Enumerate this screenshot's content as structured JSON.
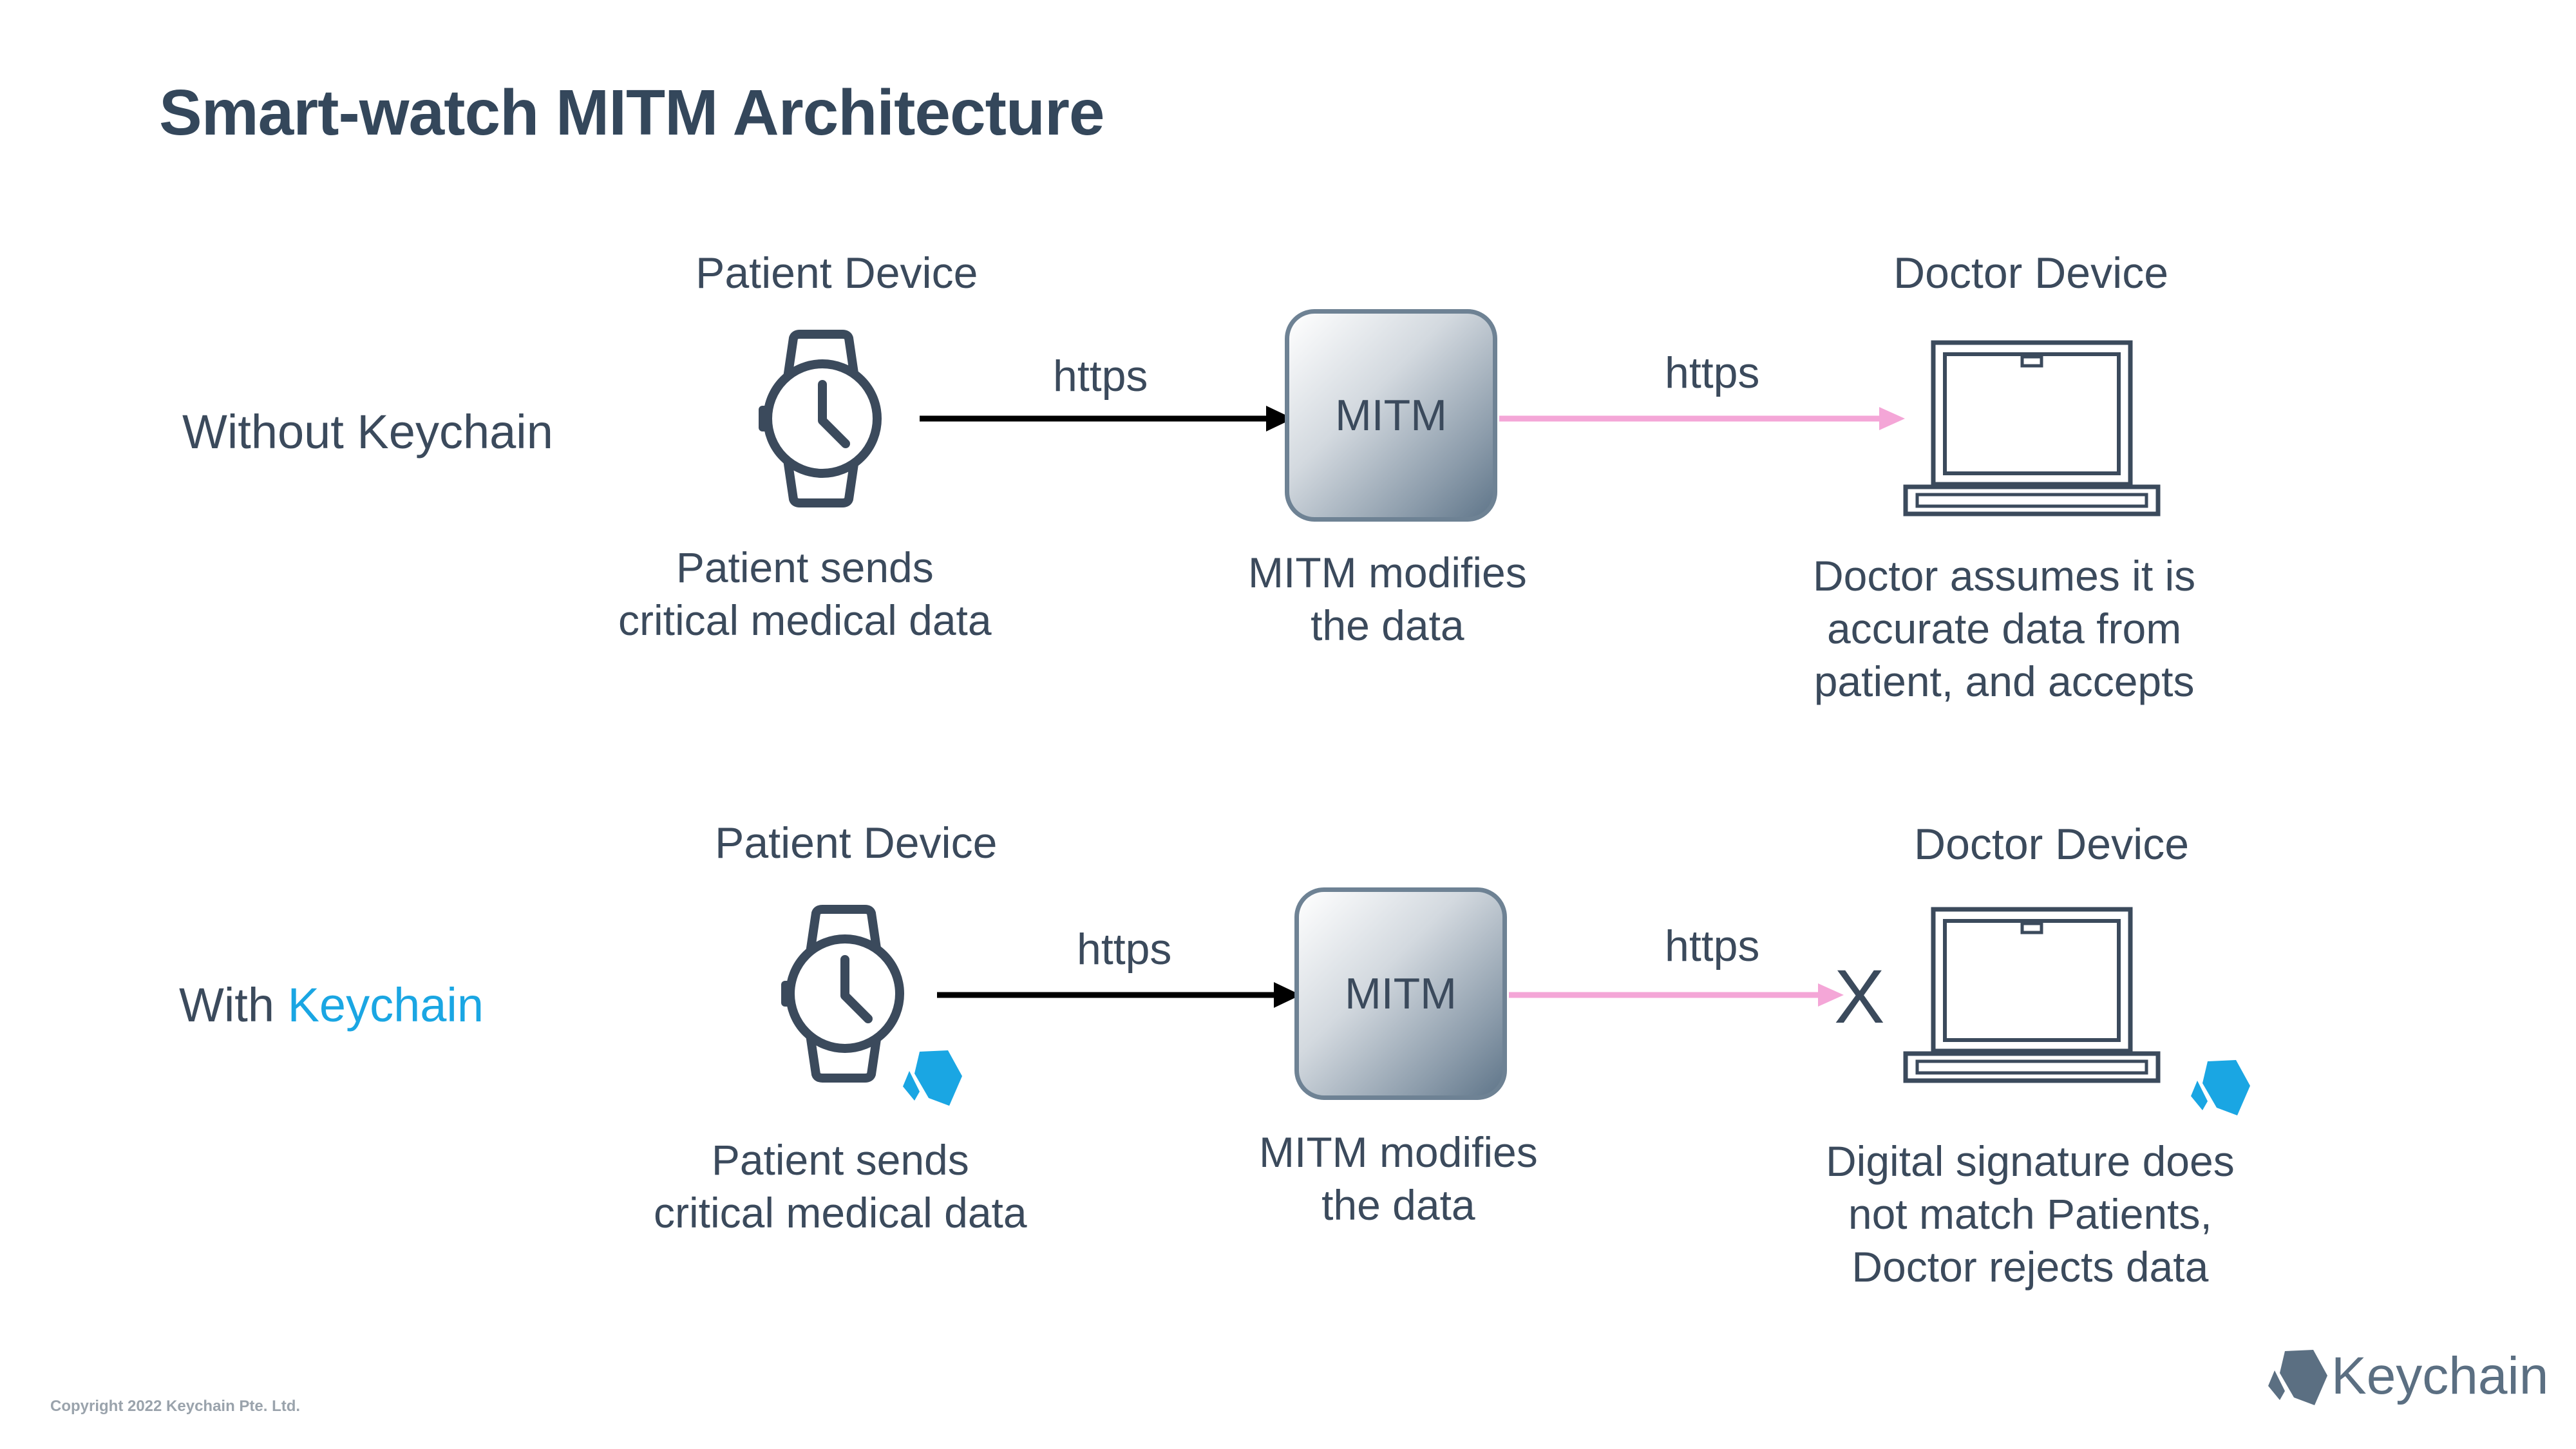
{
  "title": "Smart-watch MITM Architecture",
  "rows": {
    "without": {
      "label": "Without Keychain",
      "patient_device": "Patient Device",
      "doctor_device": "Doctor Device",
      "https_left": "https",
      "https_right": "https",
      "mitm": "MITM",
      "patient_caption": [
        "Patient sends",
        "critical medical data"
      ],
      "mitm_caption": [
        "MITM modifies",
        "the data"
      ],
      "doctor_caption": [
        "Doctor assumes it is",
        "accurate data from",
        "patient, and accepts"
      ]
    },
    "with": {
      "label_prefix": "With ",
      "label_accent": "Keychain",
      "patient_device": "Patient Device",
      "doctor_device": "Doctor Device",
      "https_left": "https",
      "https_right": "https",
      "mitm": "MITM",
      "rejected_mark": "X",
      "patient_caption": [
        "Patient sends",
        "critical medical data"
      ],
      "mitm_caption": [
        "MITM modifies",
        "the data"
      ],
      "doctor_caption": [
        "Digital signature does",
        "not match Patients,",
        "Doctor rejects data"
      ]
    }
  },
  "footer": {
    "copyright": "Copyright 2022 Keychain Pte. Ltd.",
    "brand": "Keychain"
  },
  "colors": {
    "text": "#3b4a5c",
    "accent": "#1aa6e3",
    "pink_arrow": "#f4a6d7",
    "black_arrow": "#000000"
  },
  "icons": {
    "watch": "watch-icon",
    "laptop": "laptop-icon",
    "keychain": "keychain-logo-icon"
  }
}
